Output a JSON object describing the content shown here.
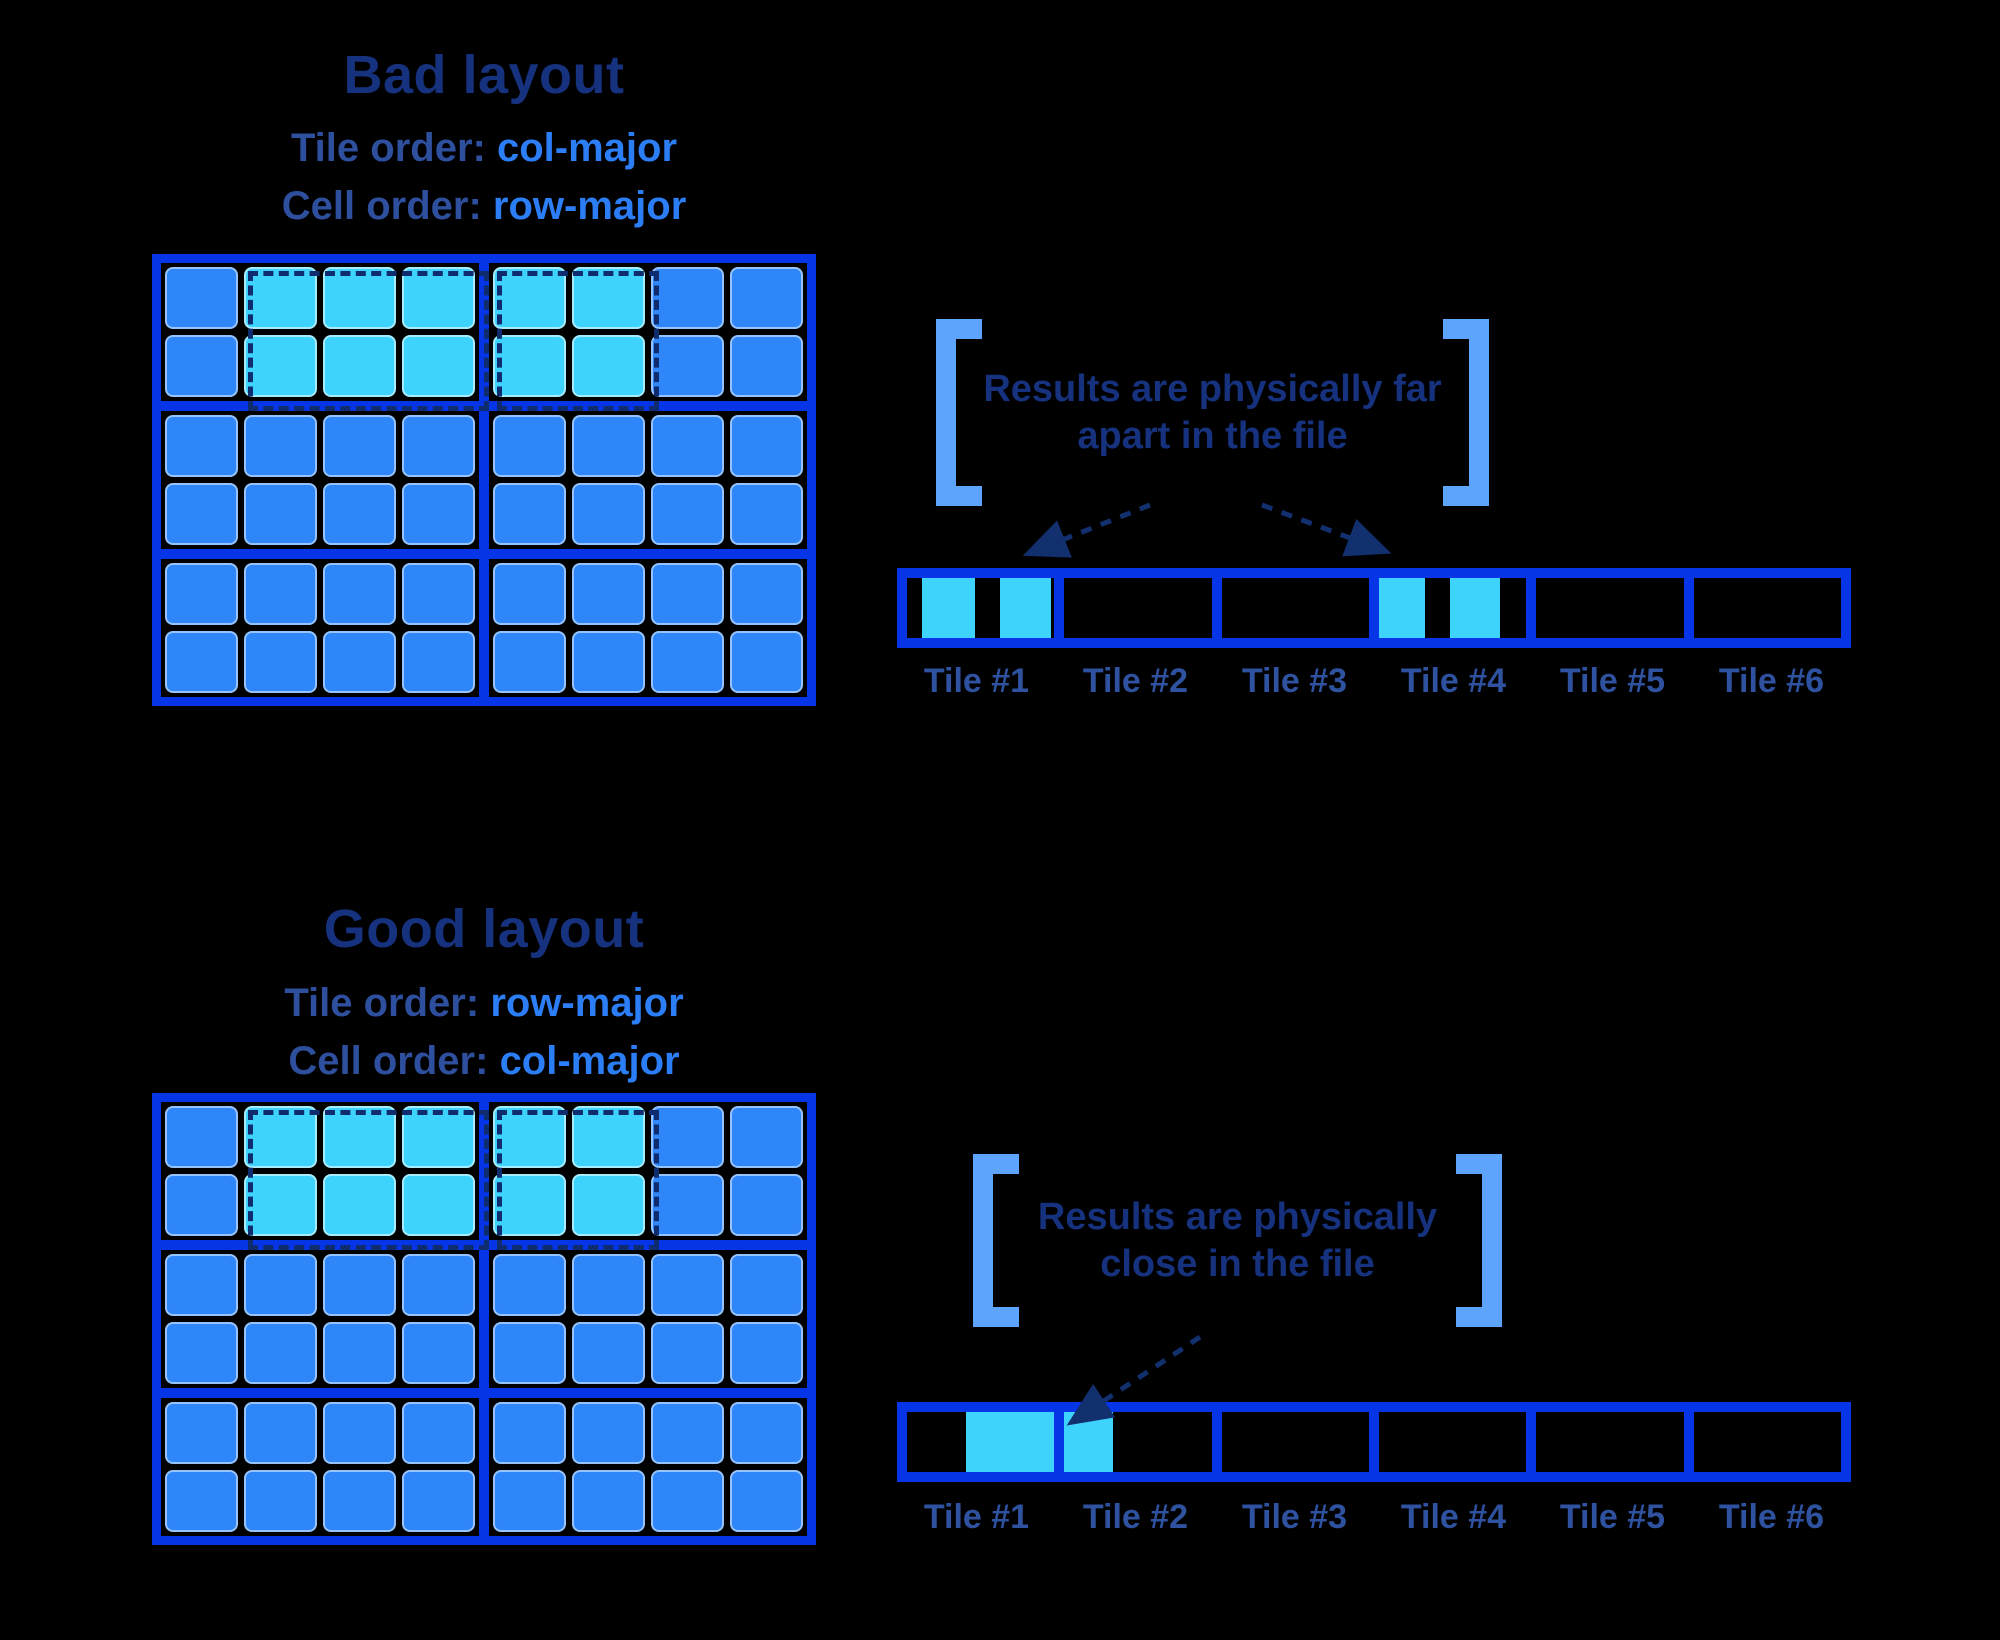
{
  "colors": {
    "background": "#000000",
    "grid_blue": "#0535e6",
    "cell_blue": "#2e86f8",
    "cell_cyan": "#3dd3fd",
    "navy": "#16327e",
    "med_blue": "#2e4f9d",
    "bright_blue": "#2b7ef5",
    "tile_label": "#2e529f",
    "bracket": "#5ca4fc",
    "dash": "#0e2c6e",
    "arrow": "#12306e"
  },
  "grid": {
    "cols": 8,
    "rows": 6,
    "tile_cols": 4,
    "tile_rows": 2,
    "selection": {
      "row_start": 1,
      "row_end": 2,
      "col_start": 2,
      "col_end": 6
    }
  },
  "sections": [
    {
      "id": "bad",
      "title": "Bad layout",
      "tile_order_label": "Tile order:",
      "tile_order_value": "col-major",
      "cell_order_label": "Cell order:",
      "cell_order_value": "row-major",
      "note_line1": "Results are physically far",
      "note_line2": "apart in the file",
      "tile_labels": [
        "Tile #1",
        "Tile #2",
        "Tile #3",
        "Tile #4",
        "Tile #5",
        "Tile #6"
      ],
      "strip_tiles": [
        [
          {
            "w": 0.1,
            "sel": false
          },
          {
            "w": 0.36,
            "sel": true
          },
          {
            "w": 0.17,
            "sel": false
          },
          {
            "w": 0.35,
            "sel": true
          },
          {
            "w": 0.02,
            "sel": false
          }
        ],
        [],
        [],
        [
          {
            "w": 0.31,
            "sel": true
          },
          {
            "w": 0.17,
            "sel": false
          },
          {
            "w": 0.34,
            "sel": true
          },
          {
            "w": 0.18,
            "sel": false
          }
        ],
        [],
        []
      ]
    },
    {
      "id": "good",
      "title": "Good layout",
      "tile_order_label": "Tile order:",
      "tile_order_value": "row-major",
      "cell_order_label": "Cell order:",
      "cell_order_value": "col-major",
      "note_line1": "Results are physically",
      "note_line2": "close in the file",
      "tile_labels": [
        "Tile #1",
        "Tile #2",
        "Tile #3",
        "Tile #4",
        "Tile #5",
        "Tile #6"
      ],
      "strip_tiles": [
        [
          {
            "w": 0.4,
            "sel": false
          },
          {
            "w": 0.6,
            "sel": true
          }
        ],
        [
          {
            "w": 0.33,
            "sel": true
          },
          {
            "w": 0.67,
            "sel": false
          }
        ],
        [],
        [],
        [],
        []
      ]
    }
  ]
}
